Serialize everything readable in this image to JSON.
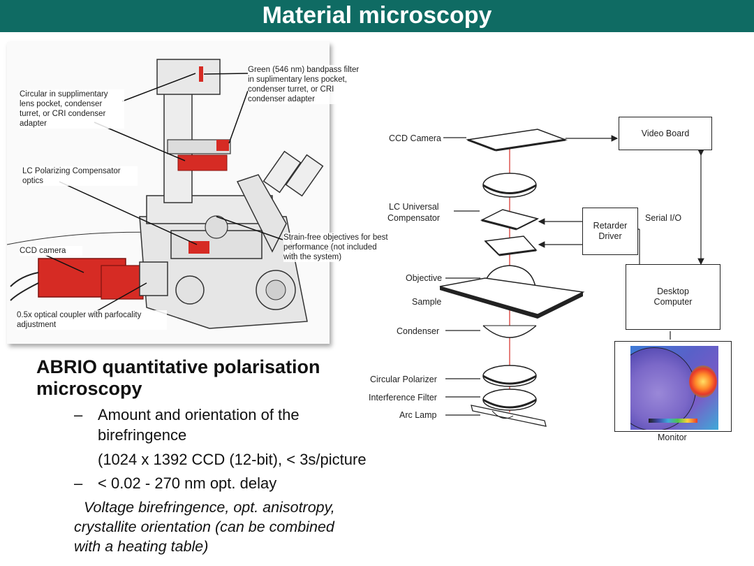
{
  "slide": {
    "title": "Material microscopy"
  },
  "microscope": {
    "callouts": {
      "green_filter": "Green (546 nm) bandpass filter in suplimentary lens pocket, condenser turret, or CRI condenser adapter",
      "circular": "Circular in supplimentary lens pocket, condenser turret, or CRI condenser adapter",
      "lc_compensator": "LC Polarizing Compensator optics",
      "strain_free": "Strain-free objectives for best performance (not included with the system)",
      "ccd_camera": "CCD camera",
      "coupler": "0.5x optical coupler with parfocality adjustment"
    }
  },
  "diagram": {
    "ccd_camera": "CCD Camera",
    "video_board": "Video Board",
    "lc_universal": "LC Universal",
    "compensator": "Compensator",
    "retarder": "Retarder",
    "driver": "Driver",
    "serial_io": "Serial I/O",
    "objective": "Objective",
    "sample": "Sample",
    "desktop": "Desktop",
    "computer": "Computer",
    "condenser": "Condenser",
    "circular_polarizer": "Circular Polarizer",
    "interference_filter": "Interference Filter",
    "arc_lamp": "Arc Lamp",
    "monitor": "Monitor"
  },
  "content": {
    "heading_line1": "ABRIO quantitative polarisation",
    "heading_line2": "microscopy",
    "dash": "–",
    "bullet1_line1": "Amount and orientation of the",
    "bullet1_line2": "birefringence",
    "bullet1_sub": "(1024 x 1392 CCD (12-bit), < 3s/picture",
    "bullet2": "< 0.02 - 270 nm opt. delay",
    "note_line1": "Voltage birefringence, opt. anisotropy,",
    "note_line2": "crystallite orientation (can be combined",
    "note_line3": "with a heating table)"
  }
}
